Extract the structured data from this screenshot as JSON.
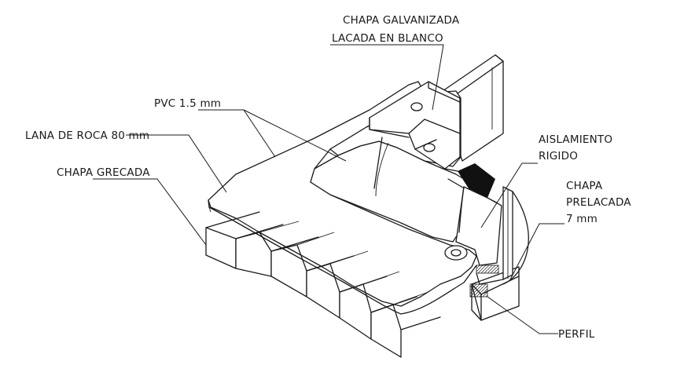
{
  "labels": {
    "chapa_galvanizada_1": "CHAPA GALVANIZADA",
    "chapa_galvanizada_2": "LACADA EN BLANCO",
    "pvc": "PVC 1.5 mm",
    "lana": "LANA DE ROCA 80 mm",
    "chapa_grecada": "CHAPA GRECADA",
    "aislamiento_1": "AISLAMIENTO",
    "aislamiento_2": "RIGIDO",
    "prelacada_1": "CHAPA",
    "prelacada_2": "PRELACADA",
    "prelacada_3": "7 mm",
    "perfil": "PERFIL"
  },
  "colors": {
    "line": "#1a1a1a",
    "background": "#ffffff",
    "fill_dark": "#111111"
  }
}
